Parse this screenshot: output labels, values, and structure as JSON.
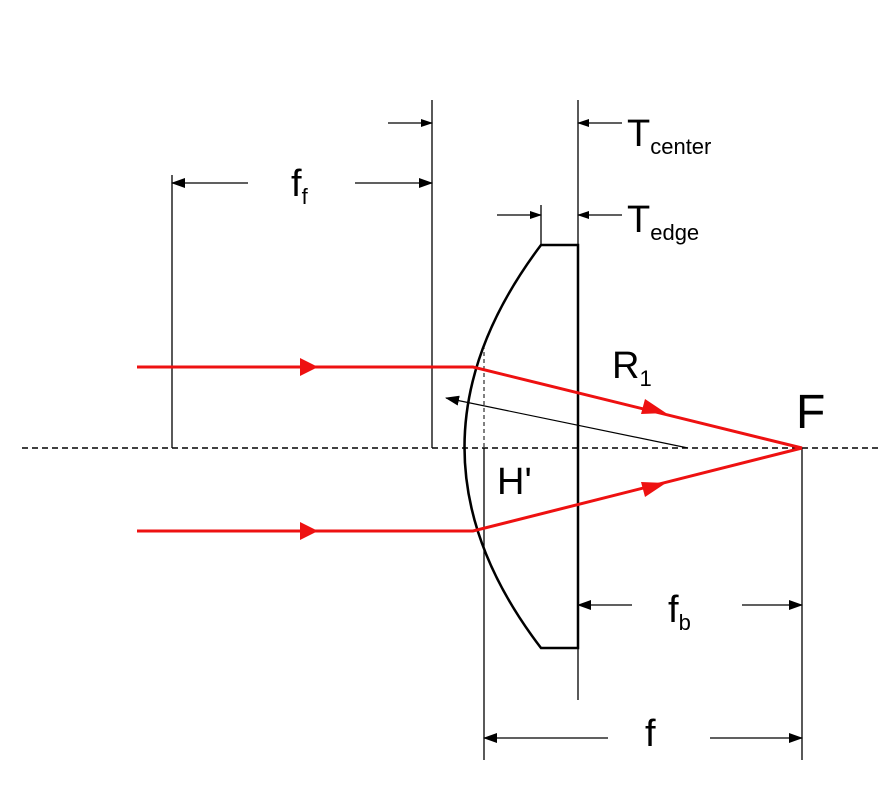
{
  "labels": {
    "t_center_main": "T",
    "t_center_sub": "center",
    "t_edge_main": "T",
    "t_edge_sub": "edge",
    "ff_main": "f",
    "ff_sub": "f",
    "r1_main": "R",
    "r1_sub": "1",
    "focal_point": "F",
    "principal_plane": "H'",
    "fb_main": "f",
    "fb_sub": "b",
    "f_total": "f"
  },
  "colors": {
    "ray": "#ee1111",
    "lens": "#000000",
    "axis": "#000000"
  }
}
